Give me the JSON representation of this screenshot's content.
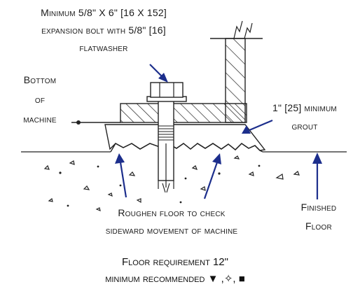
{
  "labels": {
    "bolt_line1": "Minimum 5/8\" X 6\" [16 X 152]",
    "bolt_line2": "expansion bolt with 5/8\" [16]",
    "bolt_line3": "flatwasher",
    "bottom_line1": "Bottom",
    "bottom_line2": "of",
    "bottom_line3": "machine",
    "grout_line1": "1\" [25] minimum",
    "grout_line2": "grout",
    "roughen_line1": "Roughen floor to check",
    "roughen_line2": "sideward movement of machine",
    "finished_line1": "Finished",
    "finished_line2": "Floor"
  },
  "caption": {
    "line1": "Floor requirement 12\"",
    "line2": "minimum recommended",
    "symbols": "▼ ,✧, ■"
  },
  "colors": {
    "line": "#1a1a1a",
    "arrow": "#1c2e8c"
  }
}
